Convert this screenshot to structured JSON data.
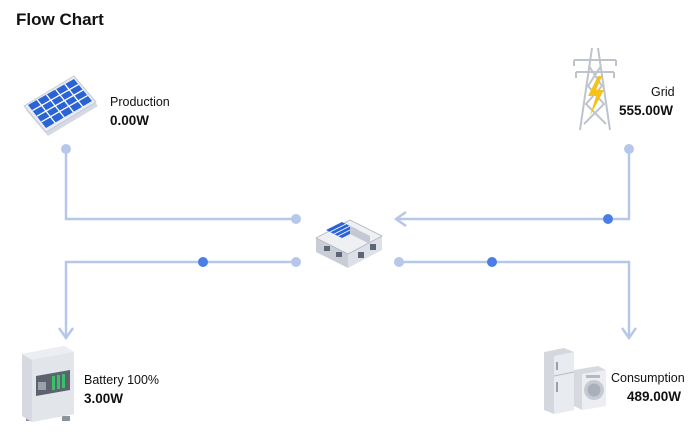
{
  "title": "Flow Chart",
  "nodes": {
    "production": {
      "label": "Production",
      "value": "0.00W",
      "icon": "solar-panel-icon"
    },
    "grid": {
      "label": "Grid",
      "value": "555.00W",
      "icon": "power-tower-icon"
    },
    "home": {
      "icon": "house-icon"
    },
    "battery": {
      "label": "Battery 100%",
      "value": "3.00W",
      "icon": "battery-icon"
    },
    "consumption": {
      "label": "Consumption",
      "value": "489.00W",
      "icon": "appliances-icon"
    }
  },
  "colors": {
    "line": "#b6c7ea",
    "active_dot": "#4a7de5",
    "idle_dot": "#b6c7ea",
    "panel": "#2c6fe0",
    "bolt": "#f5c21a"
  }
}
